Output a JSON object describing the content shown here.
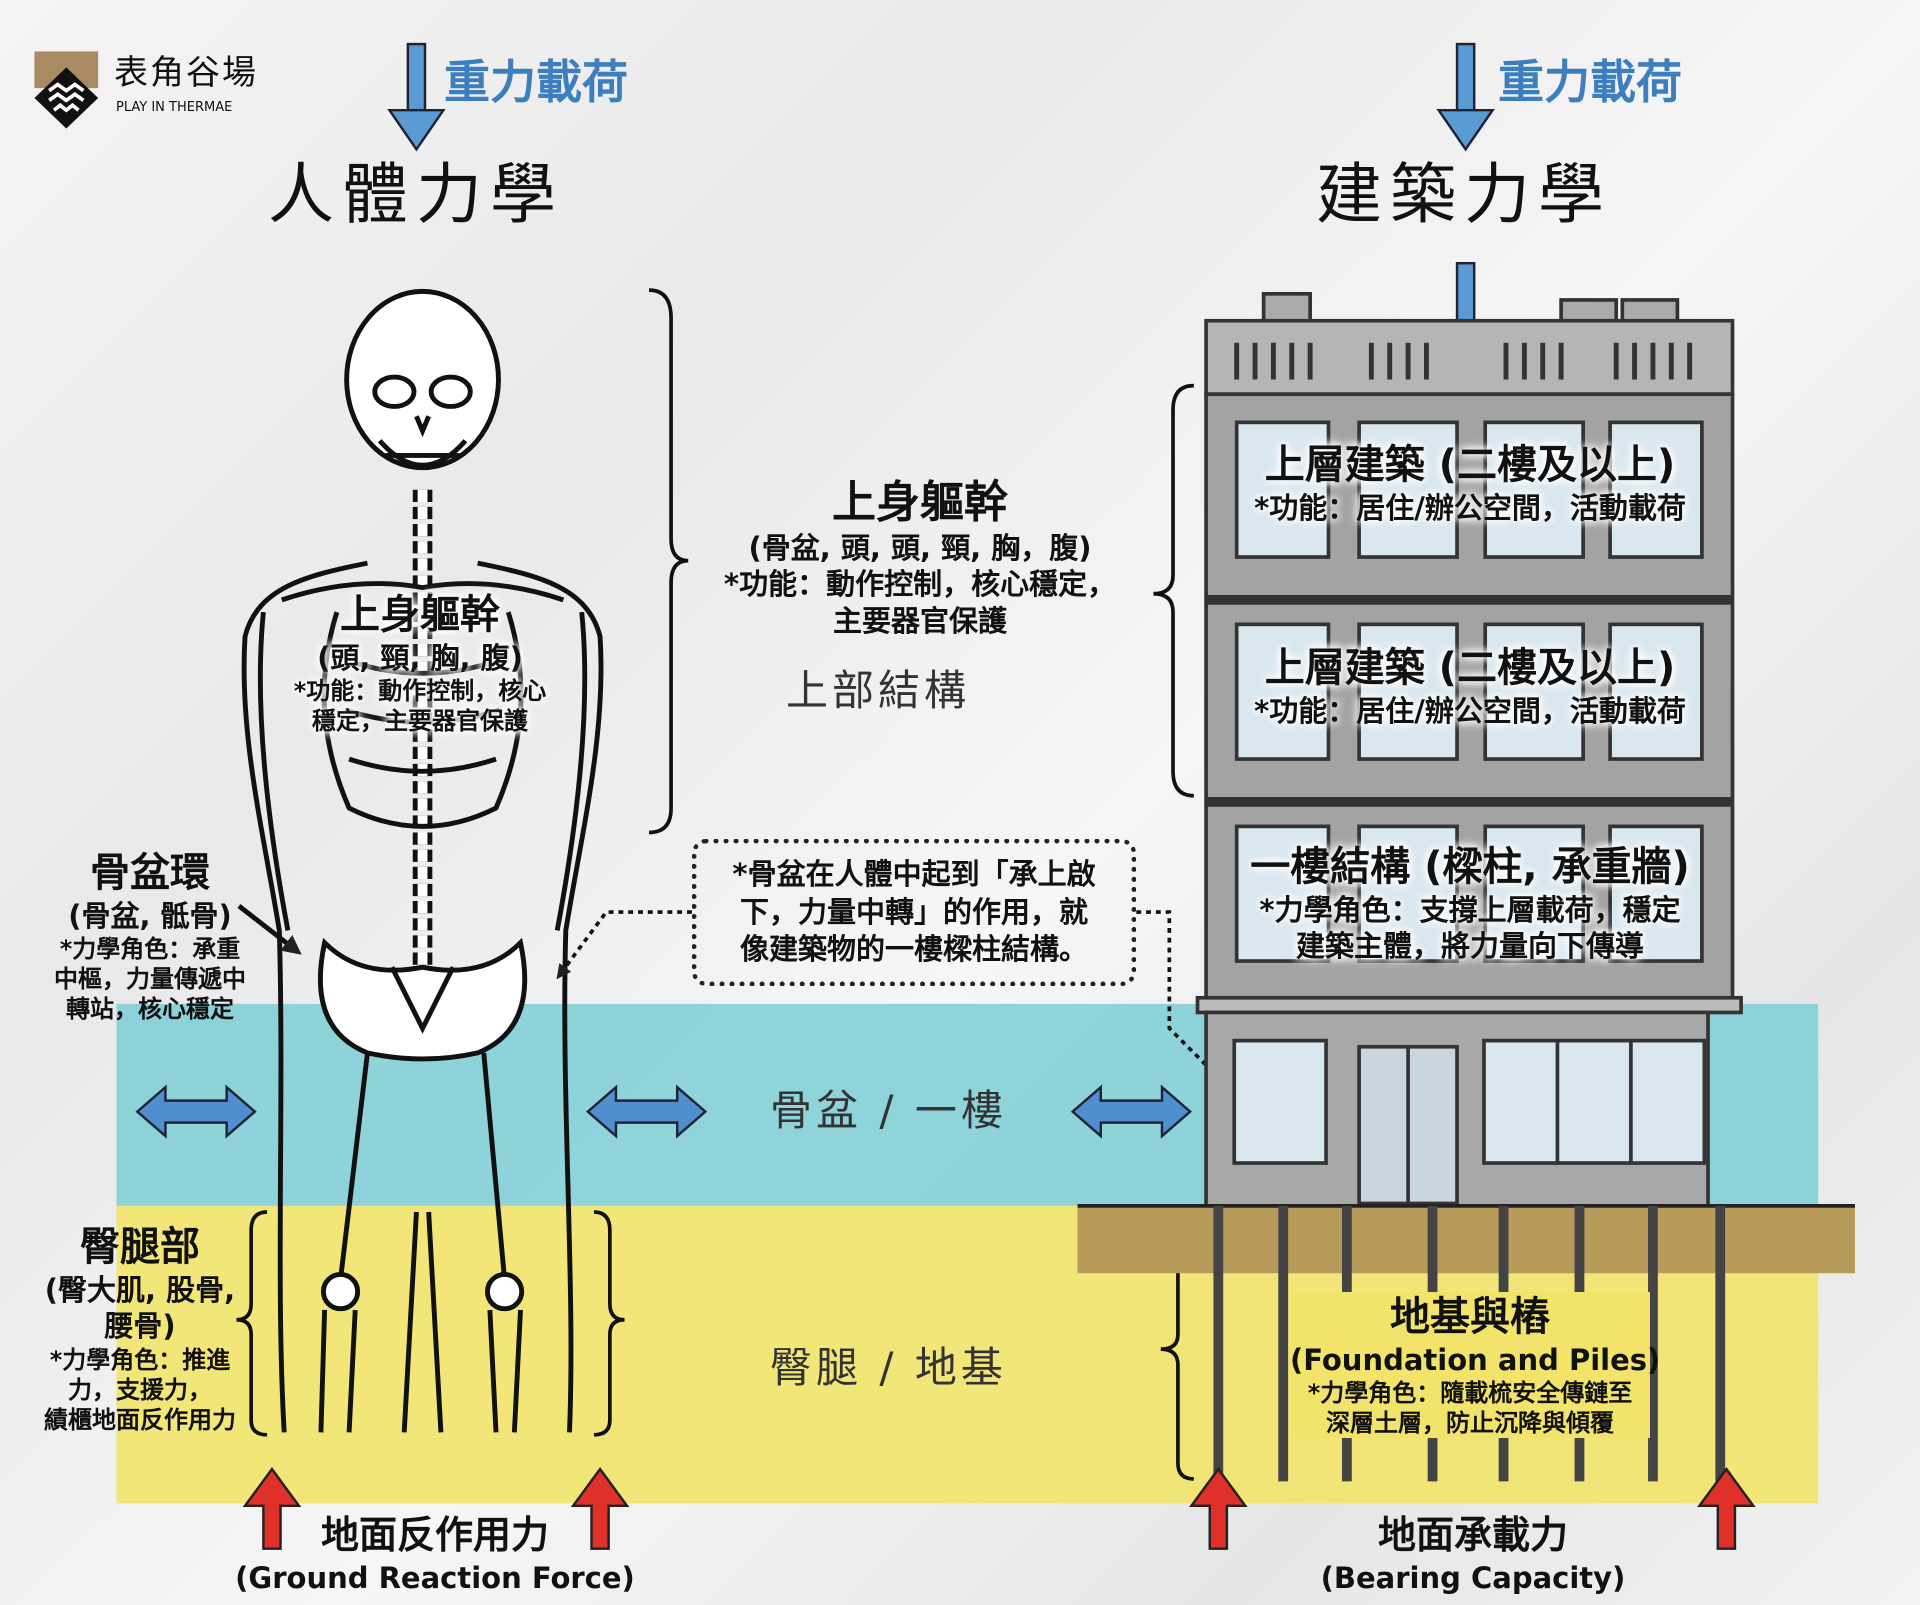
{
  "logo": {
    "name_zh": "表角谷場",
    "name_en": "PLAY IN THERMAE",
    "color": "#a88a63"
  },
  "load_label": "重力載荷",
  "left": {
    "title": "人體力學",
    "torso": {
      "title": "上身軀幹",
      "parts": "(頭, 頸, 胸, 腹)",
      "line1": "*功能：動作控制，核心",
      "line2": "穩定，主要器官保護"
    },
    "pelvis": {
      "title": "骨盆環",
      "parts": "(骨盆, 骶骨)",
      "line1": "*力學角色：承重",
      "line2": "中樞，力量傳遞中",
      "line3": "轉站，核心穩定"
    },
    "legs": {
      "title": "臀腿部",
      "parts1": "(臀大肌, 股骨,",
      "parts2": "腰骨)",
      "line1": "*力學角色：推進",
      "line2": "力，支援力，",
      "line3": "績櫃地面反作用力"
    },
    "ground": {
      "zh": "地面反作用力",
      "en": "(Ground Reaction Force)"
    }
  },
  "middle": {
    "torso_title": "上身軀幹",
    "torso_parts": "(骨盆, 頭, 頭, 頸, 胸，腹)",
    "torso_line1": "*功能：動作控制，核心穩定，",
    "torso_line2": "主要器官保護",
    "upper": "上部結構",
    "note": [
      "*骨盆在人體中起到「承上啟",
      "下，力量中轉」的作用，就",
      "像建築物的一樓樑柱結構。"
    ],
    "pelvis_floor": "骨盆 / 一樓",
    "legs_foundation": "臀腿 / 地基"
  },
  "right": {
    "title": "建築力學",
    "upper1": {
      "title": "上層建築 (二樓及以上)",
      "line": "*功能：居住/辦公空間，活動載荷"
    },
    "upper2": {
      "title": "上層建築 (二樓及以上)",
      "line": "*功能：居住/辦公空間，活動載荷"
    },
    "ground_floor": {
      "title": "一樓結構 (樑柱, 承重牆)",
      "line1": "*力學角色：支撐上層載荷，穩定",
      "line2": "建築主體，將力量向下傳導"
    },
    "foundation": {
      "title": "地基與樁",
      "en": "(Foundation and Piles)",
      "line1": "*力學角色：隨載梳安全傳鏈至",
      "line2": "深層土層，防止沉降與傾覆"
    },
    "bearing": {
      "zh": "地面承載力",
      "en": "(Bearing Capacity)"
    }
  },
  "colors": {
    "blue": "#4f8fcf",
    "red": "#e0302a",
    "cyan": "#7ccdd6",
    "yellow": "#f2e46a"
  }
}
